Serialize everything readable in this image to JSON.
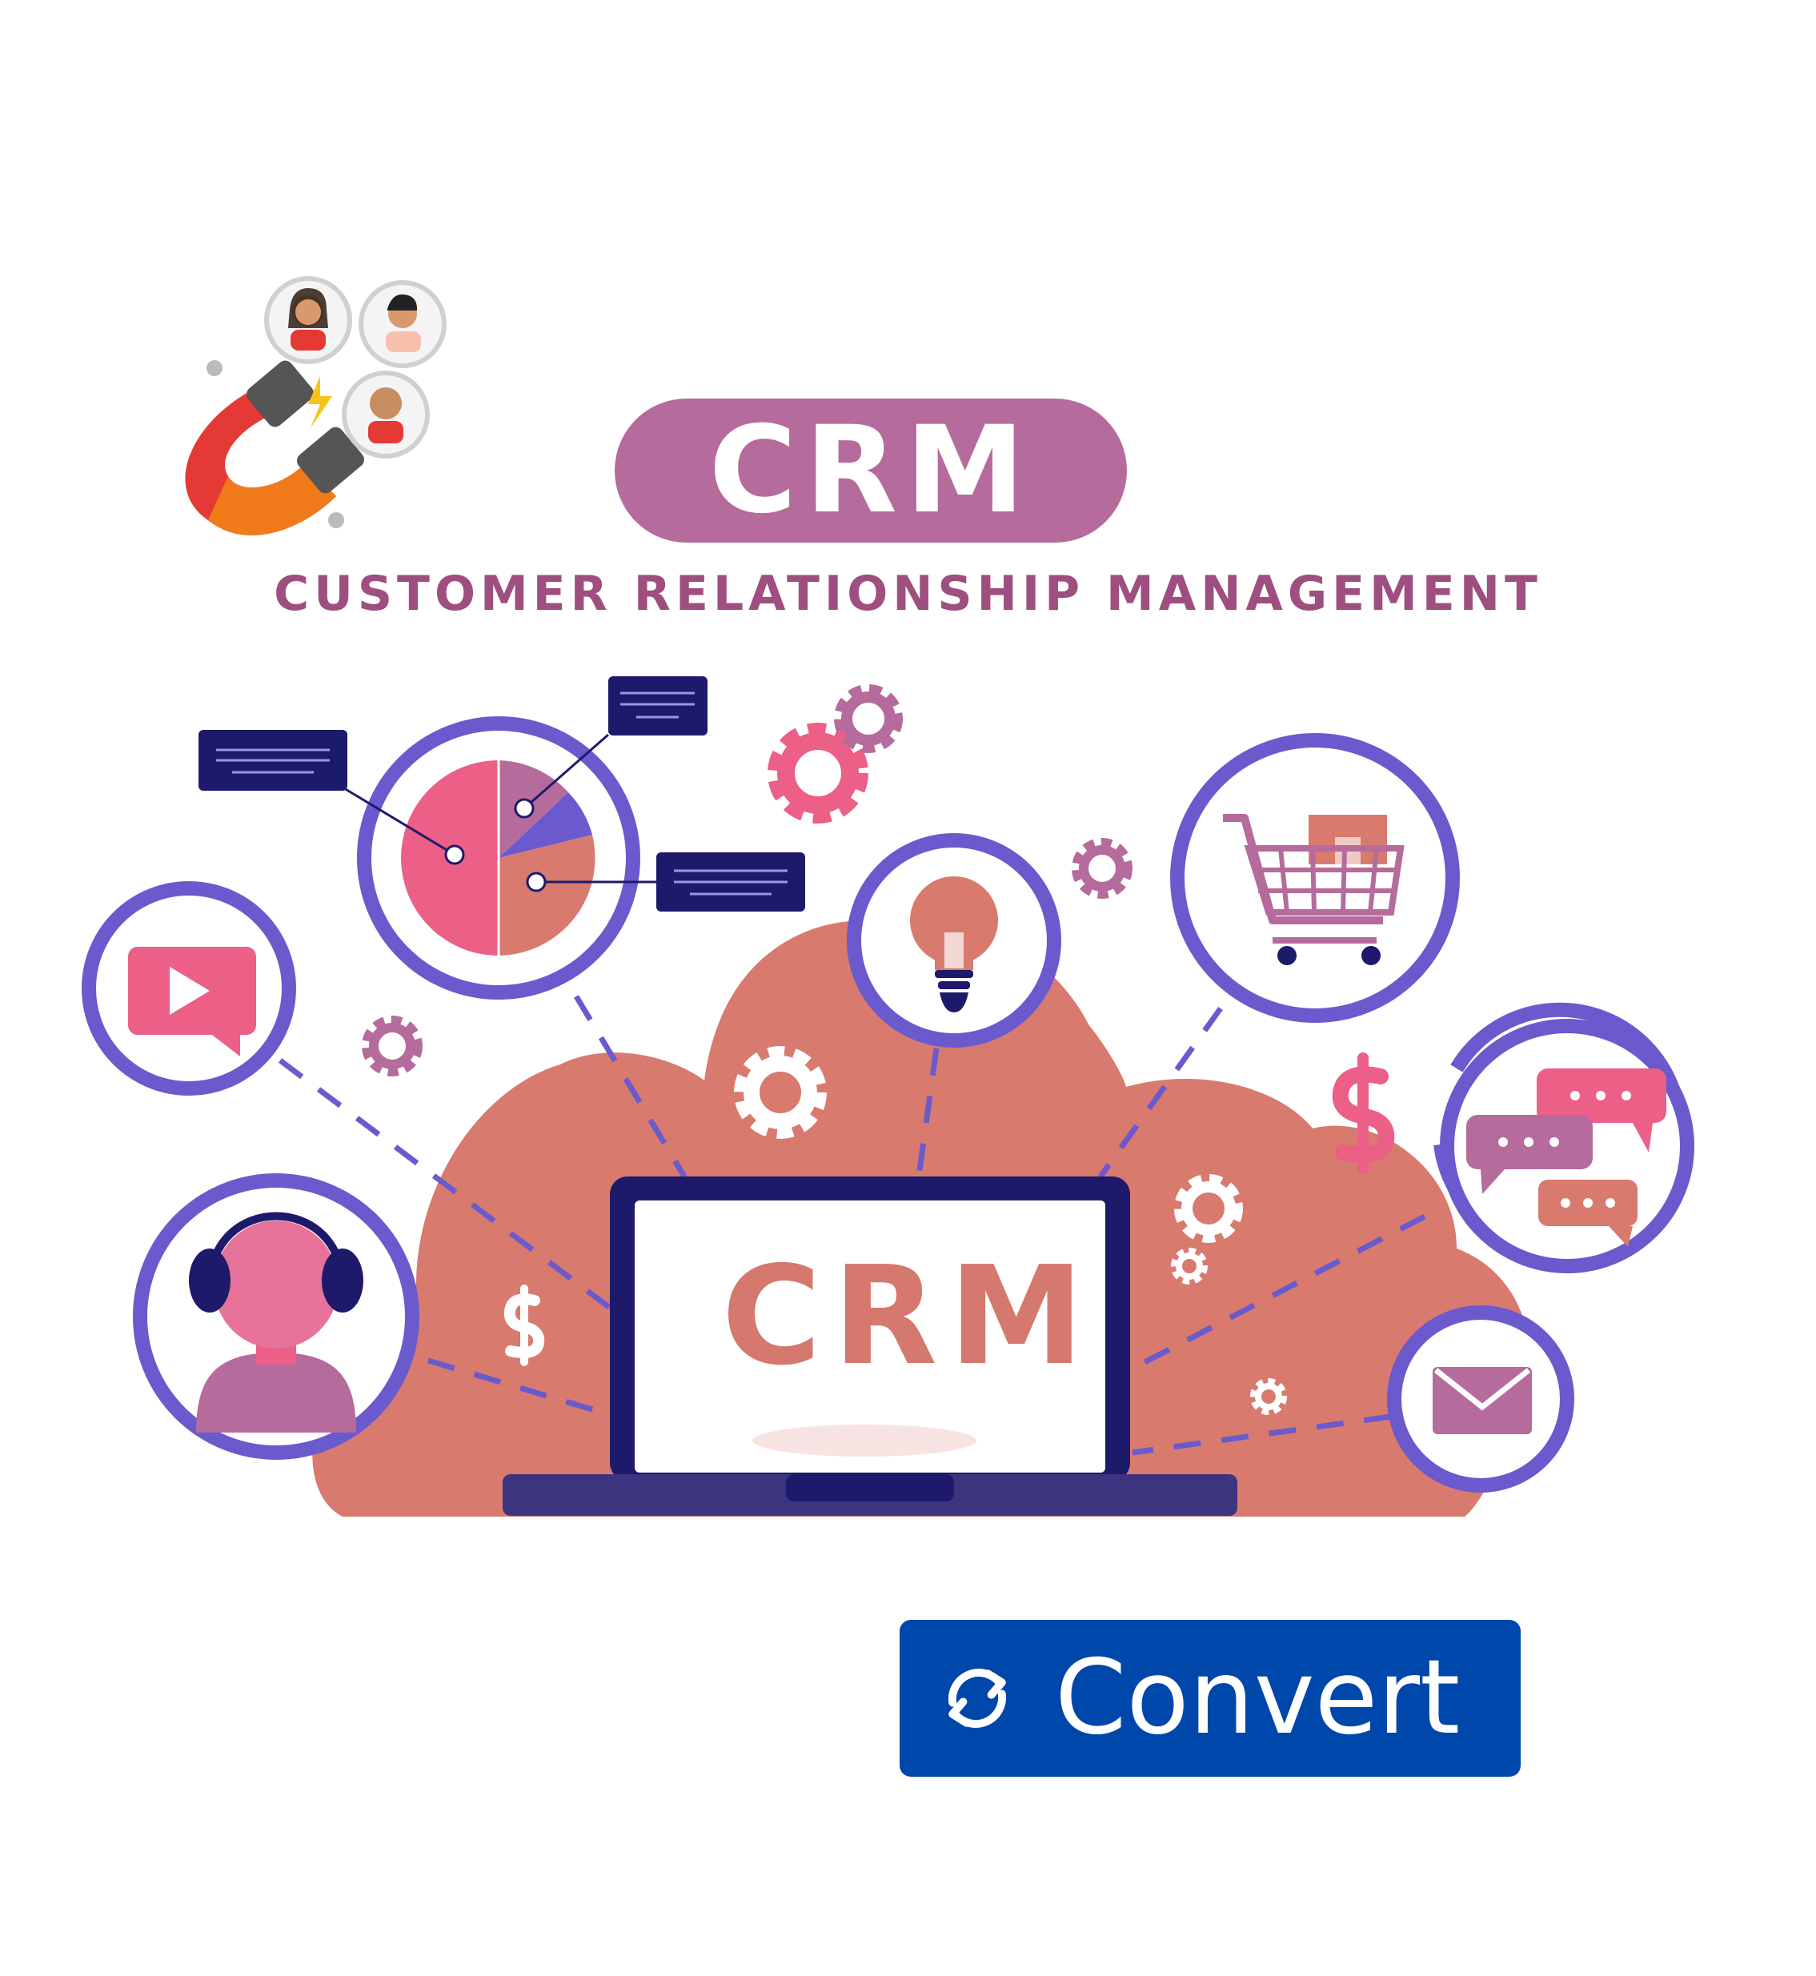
{
  "header": {
    "title": "CRM",
    "subtitle": "CUSTOMER RELATIONSHIP MANAGEMENT"
  },
  "laptop": {
    "screen_label": "CRM"
  },
  "convert_button": {
    "label": "Convert",
    "icon": "refresh-icon"
  },
  "colors": {
    "pill": "#b56b9c",
    "subtitle": "#9e4f7f",
    "cloud": "#d87a6e",
    "ring": "#6a5acd",
    "navy": "#1e1a6b",
    "pink": "#ec5f86",
    "button": "#0047ab"
  },
  "icons": [
    "magnet-icon",
    "user-avatar-icon",
    "pie-chart-icon",
    "gear-icon",
    "lightbulb-icon",
    "shopping-cart-icon",
    "video-play-icon",
    "chat-bubbles-icon",
    "customer-support-icon",
    "envelope-icon",
    "dollar-icon",
    "laptop-icon"
  ]
}
